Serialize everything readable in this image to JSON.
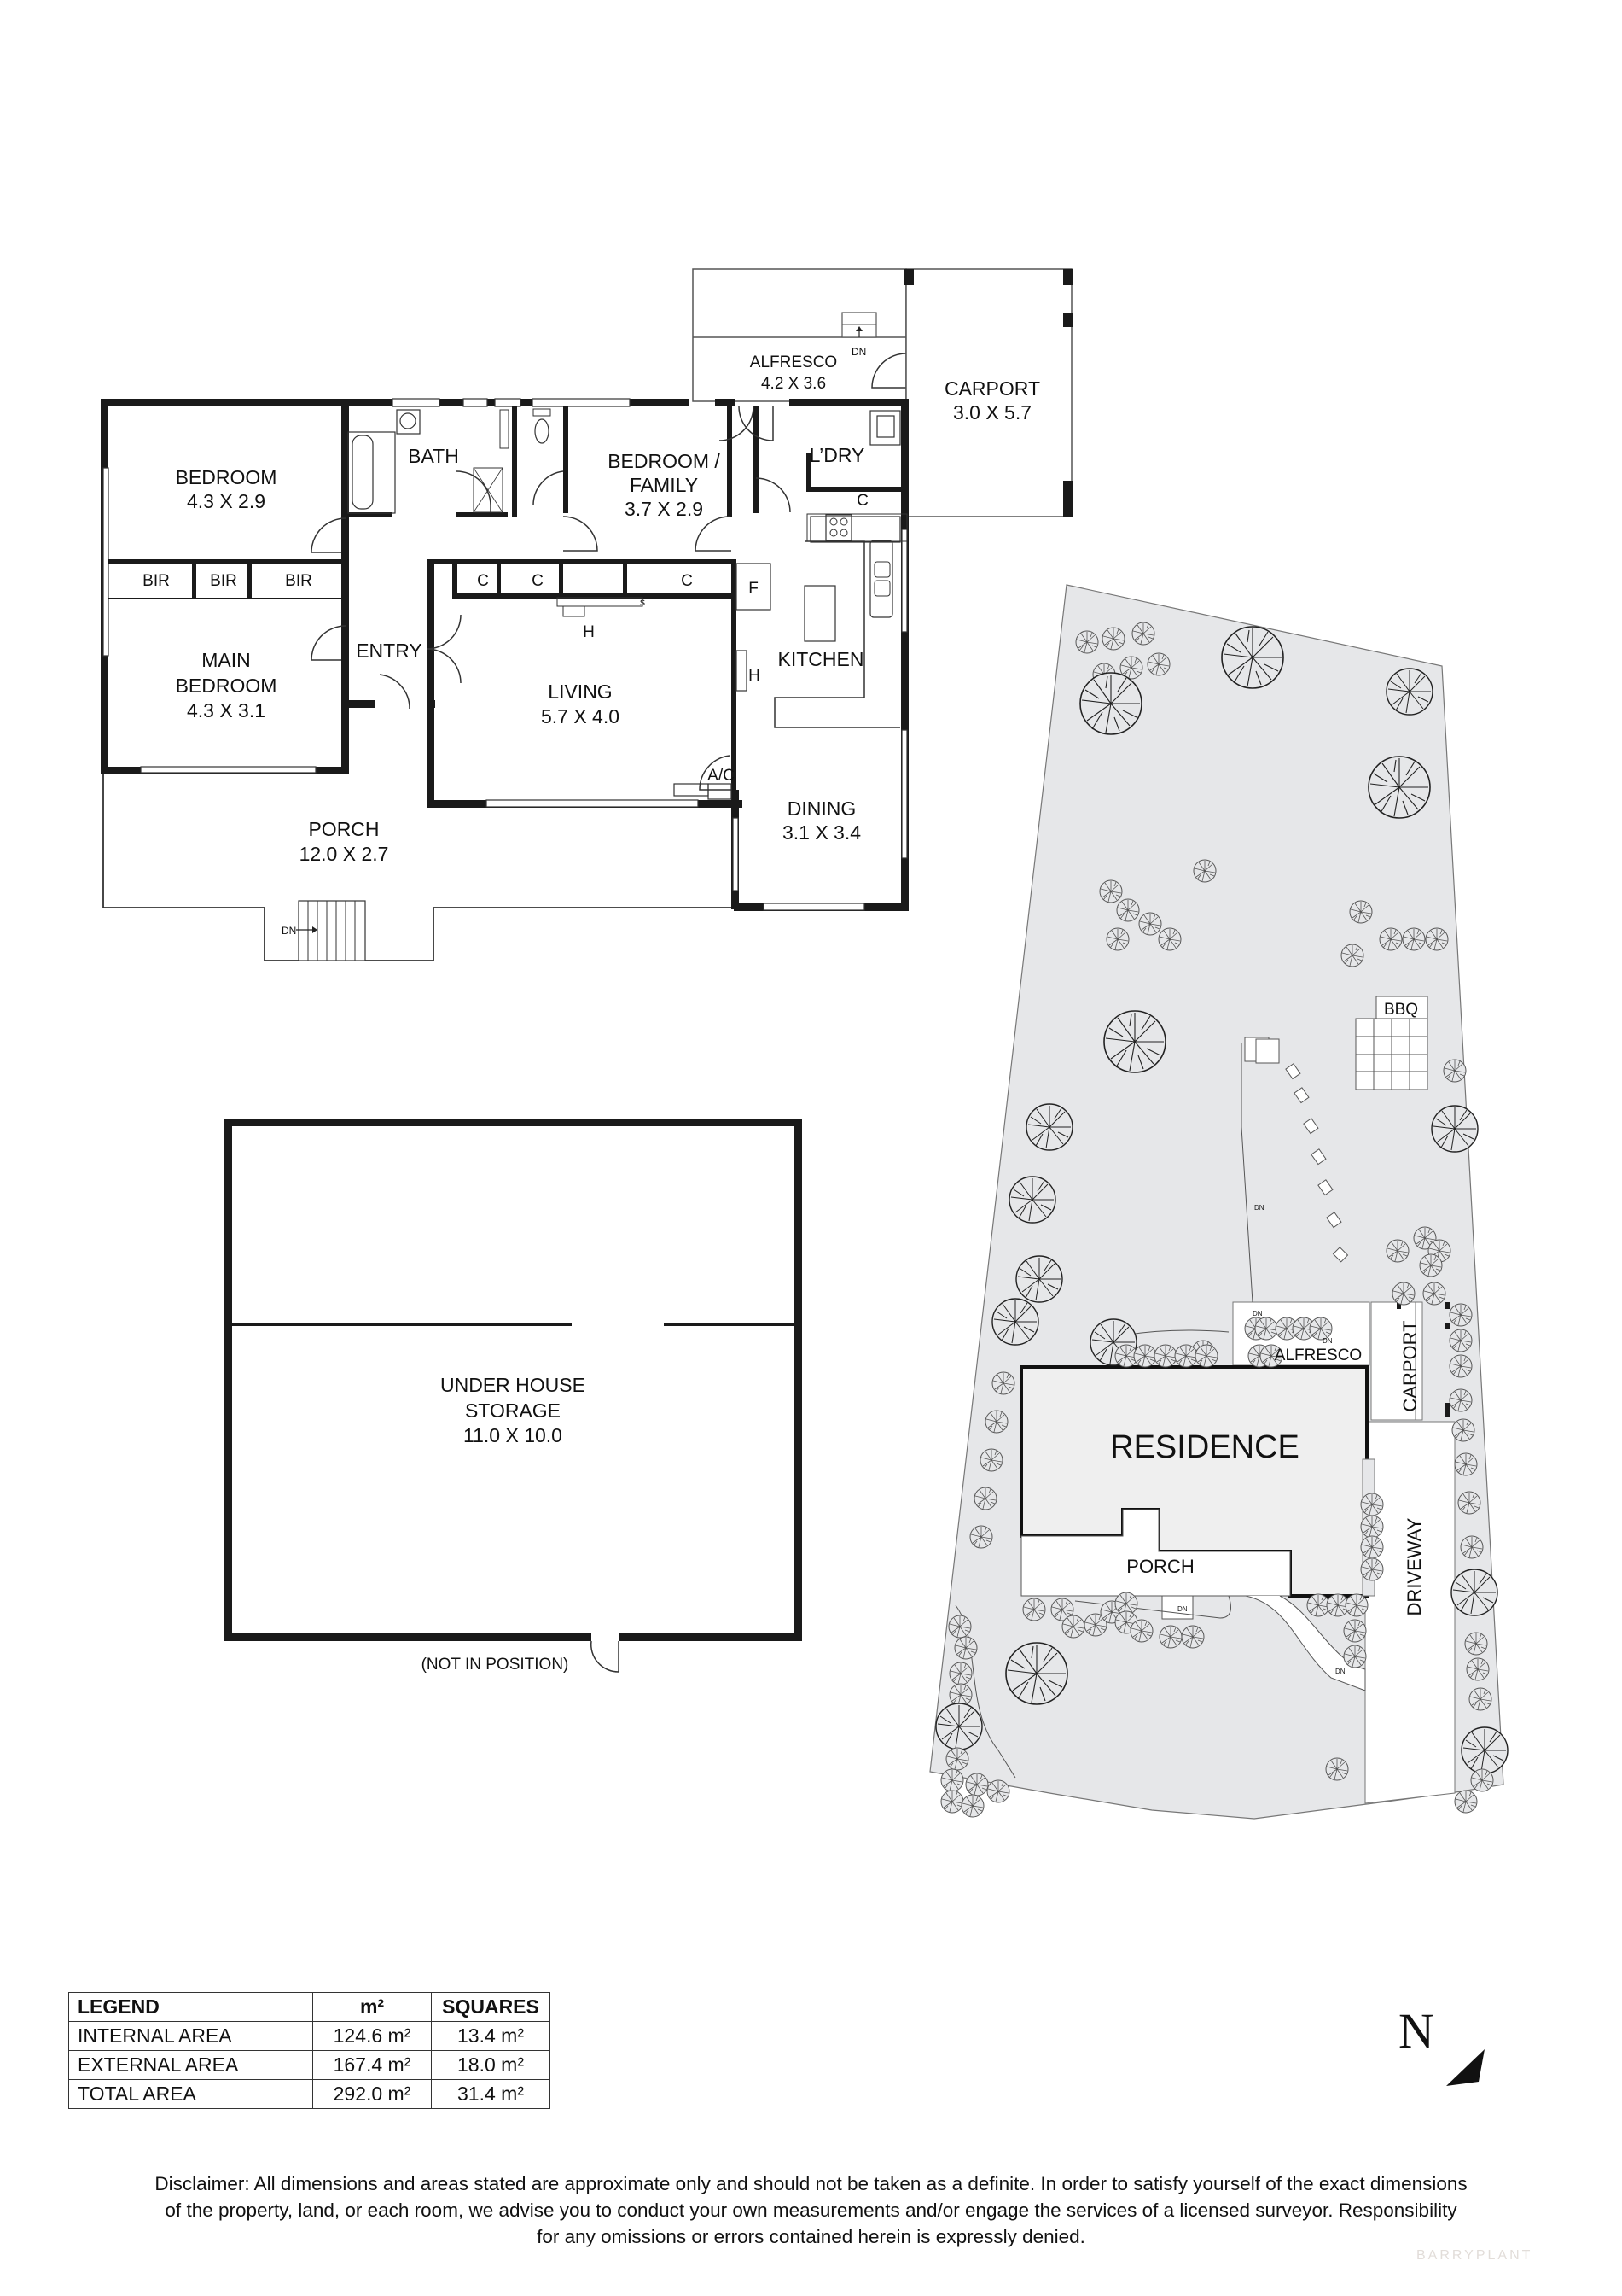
{
  "floor_plan": {
    "rooms": [
      {
        "id": "bedroom",
        "name": "BEDROOM",
        "dimensions": "4.3 X 2.9"
      },
      {
        "id": "bath",
        "name": "BATH",
        "dimensions": ""
      },
      {
        "id": "bedroom-family",
        "name_line1": "BEDROOM /",
        "name_line2": "FAMILY",
        "dimensions": "3.7 X 2.9"
      },
      {
        "id": "alfresco",
        "name": "ALFRESCO",
        "dimensions": "4.2 X 3.6"
      },
      {
        "id": "carport",
        "name": "CARPORT",
        "dimensions": "3.0 X 5.7"
      },
      {
        "id": "laundry",
        "name": "L’DRY",
        "dimensions": ""
      },
      {
        "id": "main-bedroom",
        "name_line1": "MAIN",
        "name_line2": "BEDROOM",
        "dimensions": "4.3 X 3.1"
      },
      {
        "id": "entry",
        "name": "ENTRY",
        "dimensions": ""
      },
      {
        "id": "living",
        "name": "LIVING",
        "dimensions": "5.7 X 4.0"
      },
      {
        "id": "kitchen",
        "name": "KITCHEN",
        "dimensions": ""
      },
      {
        "id": "dining",
        "name": "DINING",
        "dimensions": "3.1 X 3.4"
      },
      {
        "id": "porch",
        "name": "PORCH",
        "dimensions": "12.0 X 2.7"
      }
    ],
    "fixtures": {
      "bir": [
        "BIR",
        "BIR",
        "BIR"
      ],
      "cupboards": [
        "C",
        "C",
        "C",
        "C"
      ],
      "fridge": "F",
      "heater": [
        "H",
        "H"
      ],
      "ac": "A/C",
      "stairs_down": "DN",
      "alfresco_down": "DN",
      "smoke": "s"
    }
  },
  "storage_plan": {
    "name_line1": "UNDER HOUSE",
    "name_line2": "STORAGE",
    "dimensions": "11.0 X 10.0",
    "note": "(NOT IN POSITION)"
  },
  "site_plan": {
    "labels": {
      "residence": "RESIDENCE",
      "porch": "PORCH",
      "alfresco": "ALFRESCO",
      "carport": "CARPORT",
      "driveway": "DRIVEWAY",
      "bbq": "BBQ",
      "down": "DN"
    },
    "colors": {
      "land": "#e6e7e9",
      "residence": "#efefef",
      "outline": "#777777"
    }
  },
  "legend": {
    "headers": [
      "LEGEND",
      "m²",
      "SQUARES"
    ],
    "rows": [
      {
        "label": "INTERNAL AREA",
        "m2": "124.6 m²",
        "squares": "13.4 m²"
      },
      {
        "label": "EXTERNAL AREA",
        "m2": "167.4 m²",
        "squares": "18.0 m²"
      },
      {
        "label": "TOTAL AREA",
        "m2": "292.0 m²",
        "squares": "31.4 m²"
      }
    ]
  },
  "north_arrow": {
    "letter": "N"
  },
  "disclaimer": {
    "line1": "Disclaimer: All dimensions and areas stated are approximate only and should not be taken as a definite. In order to satisfy yourself of the exact dimensions",
    "line2": "of the property, land, or each room, we advise you to conduct your own measurements and/or engage the services of a licensed surveyor. Responsibility",
    "line3": "for any omissions or errors contained herein is expressly denied."
  },
  "watermark": "BARRYPLANT"
}
